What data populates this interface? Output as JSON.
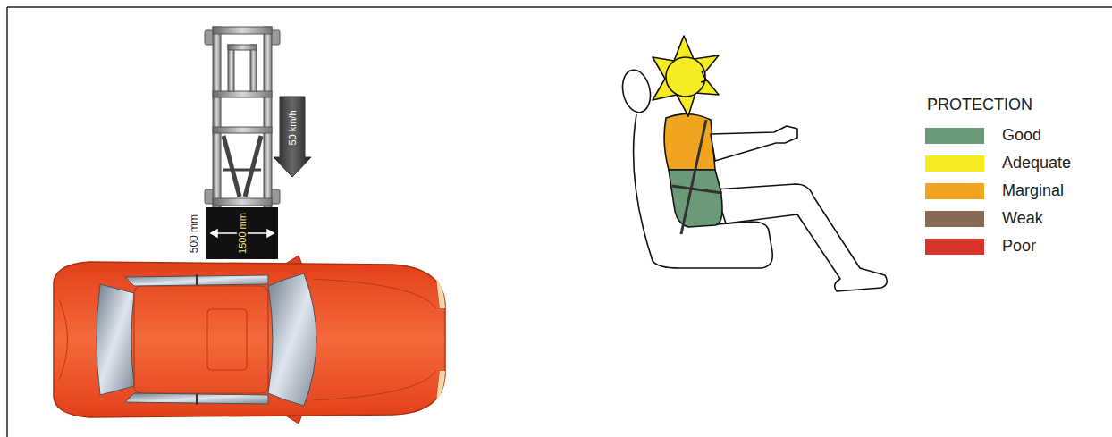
{
  "diagram": {
    "labels": [
      "50 km/h",
      "500 mm",
      "1500 mm",
      "PROTECTION"
    ],
    "legend": [
      {
        "text": "Good",
        "color": "#6b9a79"
      },
      {
        "text": "Adequate",
        "color": "#f6ec22"
      },
      {
        "text": "Marginal",
        "color": "#f0a420"
      },
      {
        "text": "Weak",
        "color": "#8b6a53"
      },
      {
        "text": "Poor",
        "color": "#d8342b"
      }
    ]
  }
}
